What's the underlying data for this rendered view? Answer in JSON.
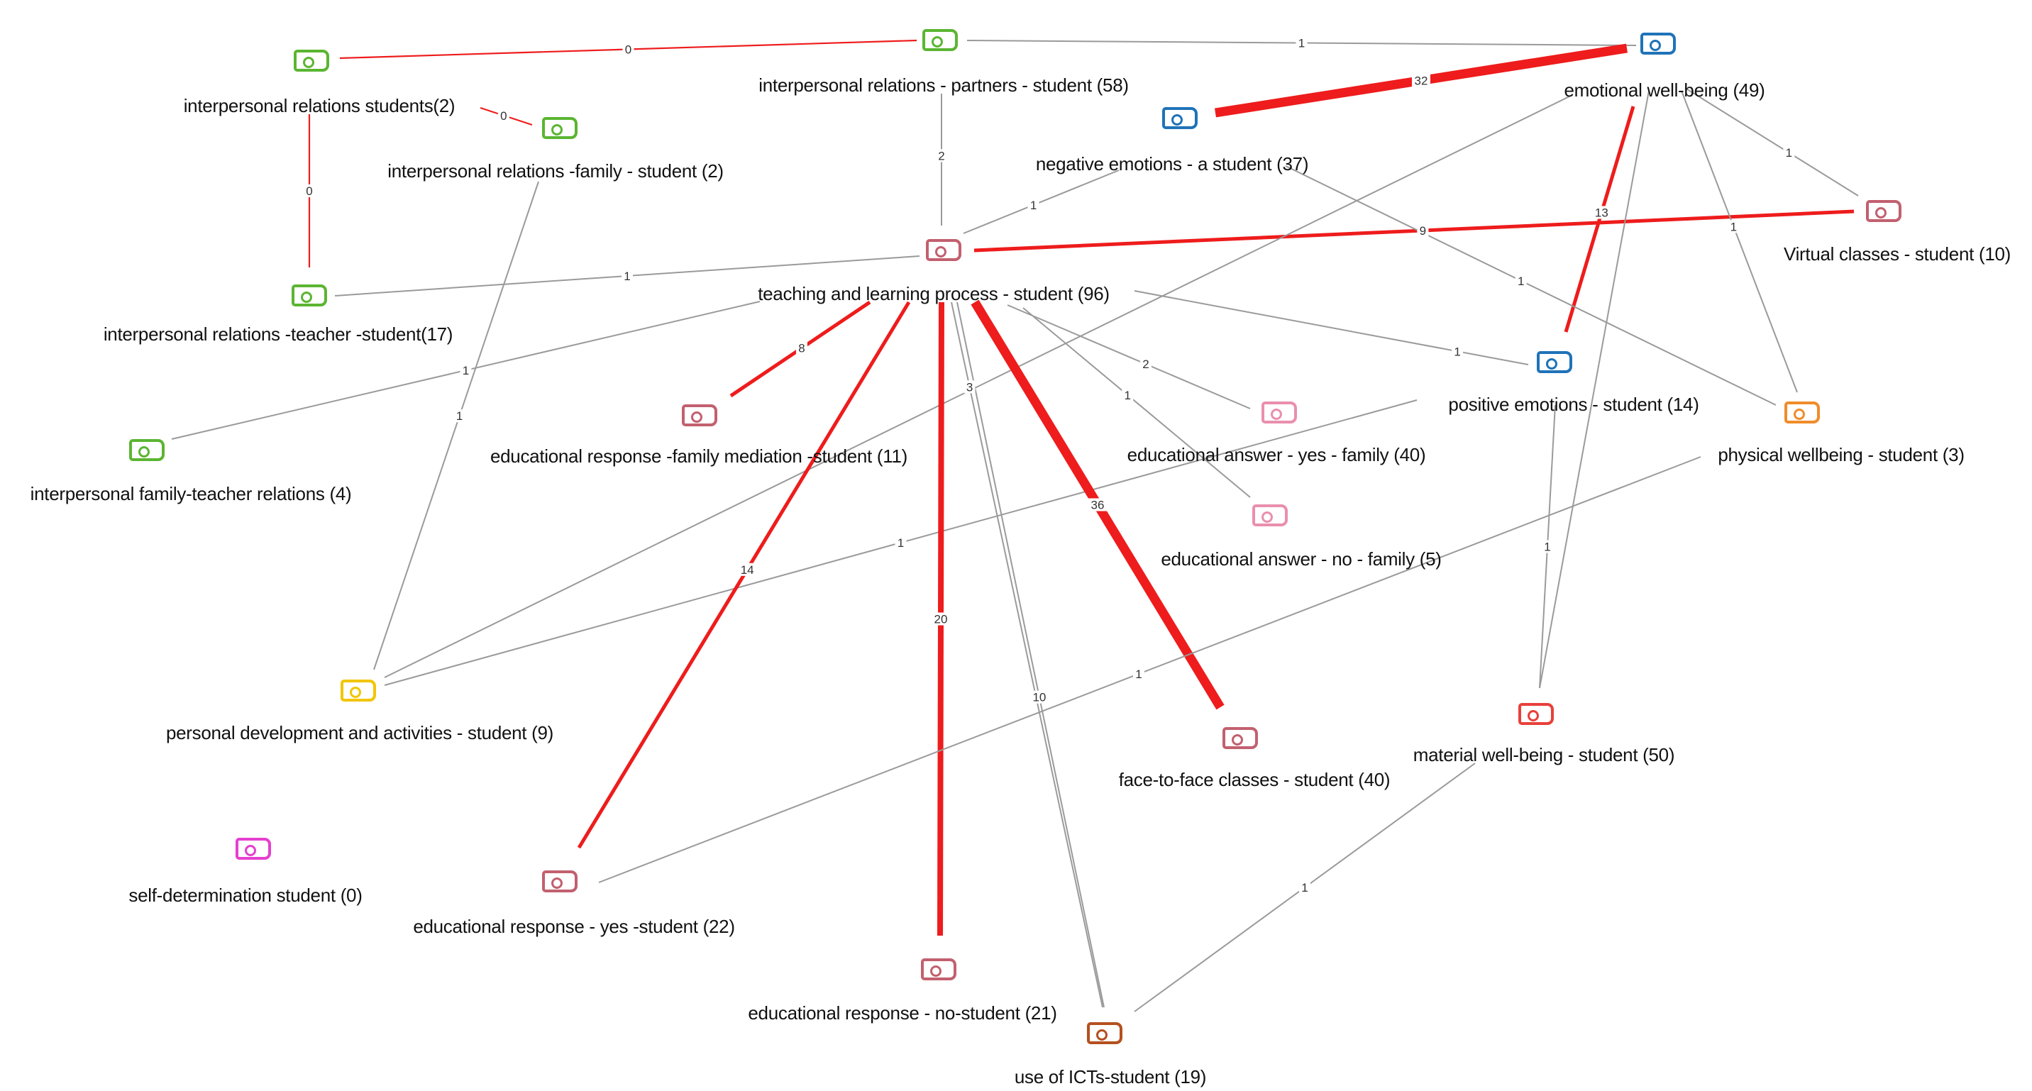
{
  "palette": {
    "green": "#5bb532",
    "blue": "#1f73b8",
    "rose": "#c2606f",
    "pink": "#ea8fae",
    "orange": "#f08c2a",
    "yellow": "#f2c500",
    "red": "#e8403a",
    "brown": "#b4501e",
    "magenta": "#e53fd0",
    "strong_edge": "#ee1c1c",
    "weak_edge": "#9a9a9a"
  },
  "nodes": {
    "ir_students": {
      "label": "interpersonal relations students(2)",
      "color": "green"
    },
    "ir_partners": {
      "label": "interpersonal relations - partners - student (58)",
      "color": "green"
    },
    "emotional_wellbeing": {
      "label": "emotional well-being  (49)",
      "color": "blue"
    },
    "ir_family": {
      "label": "interpersonal relations -family - student (2)",
      "color": "green"
    },
    "negative_emotions": {
      "label": "negative emotions - a student (37)",
      "color": "blue"
    },
    "virtual_classes": {
      "label": "Virtual classes - student (10)",
      "color": "rose"
    },
    "ir_teacher": {
      "label": "interpersonal relations -teacher -student(17)",
      "color": "green"
    },
    "teaching_learning": {
      "label": "teaching and learning process - student (96)",
      "color": "rose"
    },
    "positive_emotions": {
      "label": "positive emotions - student (14)",
      "color": "blue"
    },
    "ir_family_teacher": {
      "label": "interpersonal family-teacher relations (4)",
      "color": "green"
    },
    "edu_family_mediation": {
      "label": "educational response -family mediation -student (11)",
      "color": "rose"
    },
    "edu_answer_yes_family": {
      "label": "educational answer - yes - family (40)",
      "color": "pink"
    },
    "physical_wellbeing": {
      "label": "physical wellbeing - student (3)",
      "color": "orange"
    },
    "edu_answer_no_family": {
      "label": "educational answer - no - family (5)",
      "color": "pink"
    },
    "personal_development": {
      "label": "personal development and activities - student (9)",
      "color": "yellow"
    },
    "face_to_face": {
      "label": "face-to-face classes - student (40)",
      "color": "rose"
    },
    "material_wellbeing": {
      "label": "material well-being - student (50)",
      "color": "red"
    },
    "self_determination": {
      "label": "self-determination student (0)",
      "color": "magenta"
    },
    "edu_yes_student": {
      "label": "educational response - yes -student (22)",
      "color": "rose"
    },
    "edu_no_student": {
      "label": "educational response - no-student (21)",
      "color": "rose"
    },
    "use_icts": {
      "label": "use of ICTs-student (19)",
      "color": "brown"
    }
  },
  "edges": [
    {
      "from": "ir_students",
      "to": "ir_partners",
      "weight": "0",
      "style": "red"
    },
    {
      "from": "ir_partners",
      "to": "emotional_wellbeing",
      "weight": "1",
      "style": "gray"
    },
    {
      "from": "ir_students",
      "to": "ir_family",
      "weight": "0",
      "style": "red"
    },
    {
      "from": "ir_students",
      "to": "ir_teacher",
      "weight": "0",
      "style": "red"
    },
    {
      "from": "emotional_wellbeing",
      "to": "negative_emotions",
      "weight": "32",
      "style": "red"
    },
    {
      "from": "ir_partners",
      "to": "teaching_learning",
      "weight": "2",
      "style": "gray"
    },
    {
      "from": "negative_emotions",
      "to": "teaching_learning",
      "weight": "1",
      "style": "gray"
    },
    {
      "from": "emotional_wellbeing",
      "to": "virtual_classes",
      "weight": "1",
      "style": "gray"
    },
    {
      "from": "emotional_wellbeing",
      "to": "positive_emotions",
      "weight": "13",
      "style": "red"
    },
    {
      "from": "teaching_learning",
      "to": "virtual_classes",
      "weight": "9",
      "style": "red"
    },
    {
      "from": "teaching_learning",
      "to": "ir_teacher",
      "weight": "1",
      "style": "gray"
    },
    {
      "from": "teaching_learning",
      "to": "ir_family_teacher",
      "weight": "1",
      "style": "gray"
    },
    {
      "from": "ir_family",
      "to": "personal_development",
      "weight": "1",
      "style": "gray"
    },
    {
      "from": "teaching_learning",
      "to": "edu_family_mediation",
      "weight": "8",
      "style": "red"
    },
    {
      "from": "teaching_learning",
      "to": "edu_answer_yes_family",
      "weight": "2",
      "style": "gray"
    },
    {
      "from": "teaching_learning",
      "to": "edu_answer_no_family",
      "weight": "1",
      "style": "gray"
    },
    {
      "from": "teaching_learning",
      "to": "positive_emotions",
      "weight": "1",
      "style": "gray"
    },
    {
      "from": "negative_emotions",
      "to": "physical_wellbeing",
      "weight": "1",
      "style": "gray"
    },
    {
      "from": "emotional_wellbeing",
      "to": "physical_wellbeing",
      "weight": "1",
      "style": "gray"
    },
    {
      "from": "emotional_wellbeing",
      "to": "material_wellbeing",
      "weight": "",
      "style": "gray"
    },
    {
      "from": "emotional_wellbeing",
      "to": "personal_development",
      "weight": "",
      "style": "gray"
    },
    {
      "from": "positive_emotions",
      "to": "material_wellbeing",
      "weight": "1",
      "style": "gray"
    },
    {
      "from": "edu_answer_yes_family",
      "to": "personal_development",
      "weight": "1",
      "style": "gray"
    },
    {
      "from": "teaching_learning",
      "to": "edu_yes_student",
      "weight": "14",
      "style": "red"
    },
    {
      "from": "teaching_learning",
      "to": "edu_no_student",
      "weight": "20",
      "style": "red"
    },
    {
      "from": "teaching_learning",
      "to": "use_icts",
      "weight": "3",
      "style": "gray"
    },
    {
      "from": "teaching_learning",
      "to": "face_to_face",
      "weight": "36",
      "style": "red"
    },
    {
      "from": "physical_wellbeing",
      "to": "edu_yes_student",
      "weight": "1",
      "style": "gray"
    },
    {
      "from": "material_wellbeing",
      "to": "use_icts",
      "weight": "1",
      "style": "gray"
    },
    {
      "from": "teaching_learning",
      "to": "use_icts",
      "weight": "10",
      "style": "gray"
    }
  ]
}
